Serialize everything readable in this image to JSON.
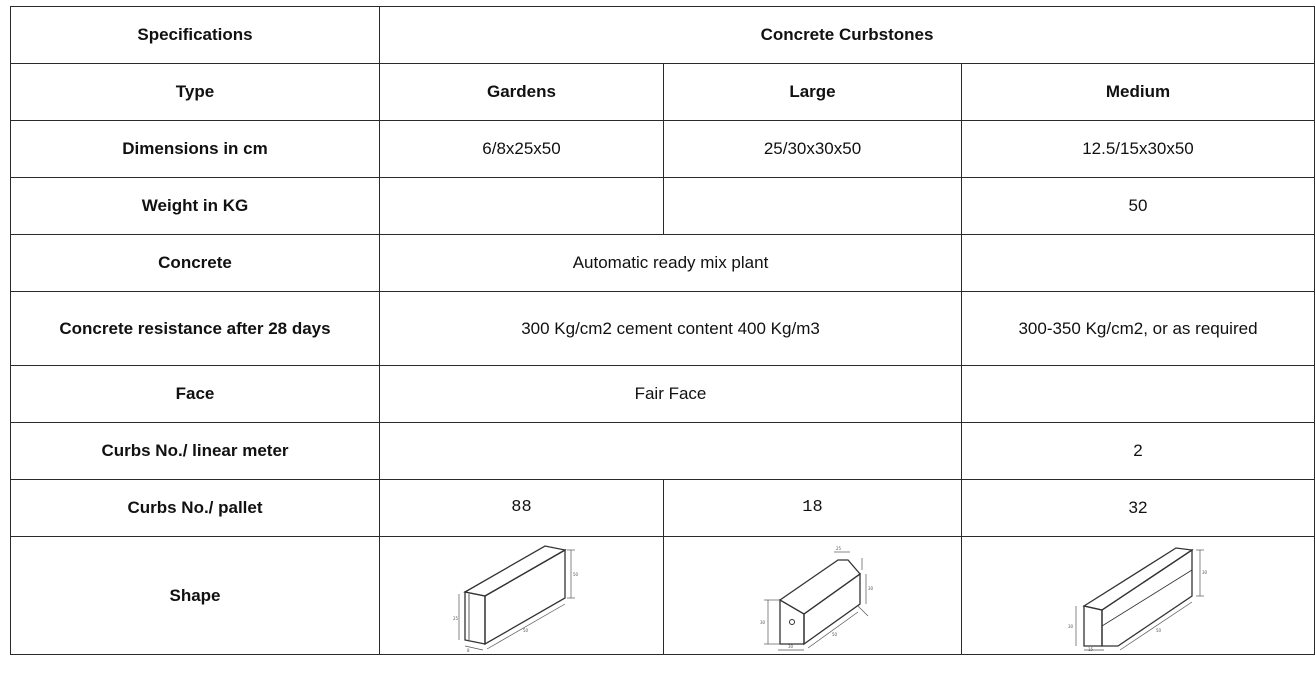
{
  "table": {
    "header": {
      "specs_label": "Specifications",
      "product_label": "Concrete Curbstones"
    },
    "type_row": {
      "label": "Type",
      "gardens": "Gardens",
      "large": "Large",
      "medium": "Medium"
    },
    "dimensions_row": {
      "label": "Dimensions in cm",
      "gardens": "6/8x25x50",
      "large": "25/30x30x50",
      "medium": "12.5/15x30x50"
    },
    "weight_row": {
      "label": "Weight in KG",
      "gardens": "",
      "large": "",
      "medium": "50"
    },
    "concrete_row": {
      "label": "Concrete",
      "gardens_large": "Automatic ready mix plant",
      "medium": ""
    },
    "resistance_row": {
      "label": "Concrete resistance after 28 days",
      "gardens_large": "300 Kg/cm2 cement content 400 Kg/m3",
      "medium": "300-350 Kg/cm2, or as required"
    },
    "face_row": {
      "label": "Face",
      "gardens_large": "Fair Face",
      "medium": ""
    },
    "linear_row": {
      "label": "Curbs No./ linear meter",
      "gardens_large": "",
      "medium": "2"
    },
    "pallet_row": {
      "label": "Curbs No./ pallet",
      "gardens": "88",
      "large": "18",
      "medium": "32"
    },
    "shape_row": {
      "label": "Shape"
    }
  },
  "icons": {
    "gardens_shape": "gardens-curbstone-drawing",
    "large_shape": "large-curbstone-drawing",
    "medium_shape": "medium-curbstone-drawing"
  }
}
